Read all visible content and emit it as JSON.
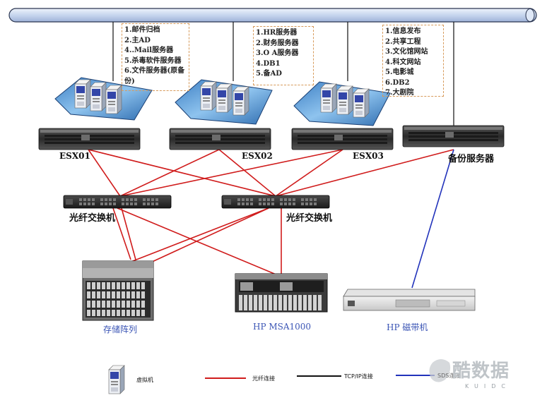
{
  "servers": {
    "esx01": "ESX01",
    "esx02": "ESX02",
    "esx03": "ESX03",
    "backup": "备份服务器"
  },
  "vm_notes": {
    "esx01": [
      "1.邮件归档",
      "2.主AD",
      "4..Mail服务器",
      "5.杀毒软件服务器",
      "6.文件服务器(原备",
      "份)"
    ],
    "esx02": [
      "1.HR服务器",
      "2.财务服务器",
      "3.O A服务器",
      "4.DB1",
      "5.备AD"
    ],
    "esx03": [
      "1.信息发布",
      "2.共享工程",
      "3.文化馆网站",
      "4.科文网站",
      "5.电影城",
      "6.DB2",
      "7.大剧院"
    ]
  },
  "switches": {
    "left": "光纤交换机",
    "right": "光纤交换机"
  },
  "storage": {
    "array": "存储阵列",
    "msa": "HP MSA1000",
    "tape": "HP 磁带机"
  },
  "legend": {
    "vm": "虚拟机",
    "fiber": "光纤连接",
    "tcpip": "TCP/IP连接",
    "sds": "SDS连接"
  },
  "watermark": {
    "main": "酷数据",
    "sub": "KUIDC"
  },
  "colors": {
    "fiber": "#d01c1c",
    "tcpip": "#111111",
    "sds": "#2233bb",
    "vm_platform": "#6aa6d8",
    "backbone": "#b9c9e8"
  }
}
